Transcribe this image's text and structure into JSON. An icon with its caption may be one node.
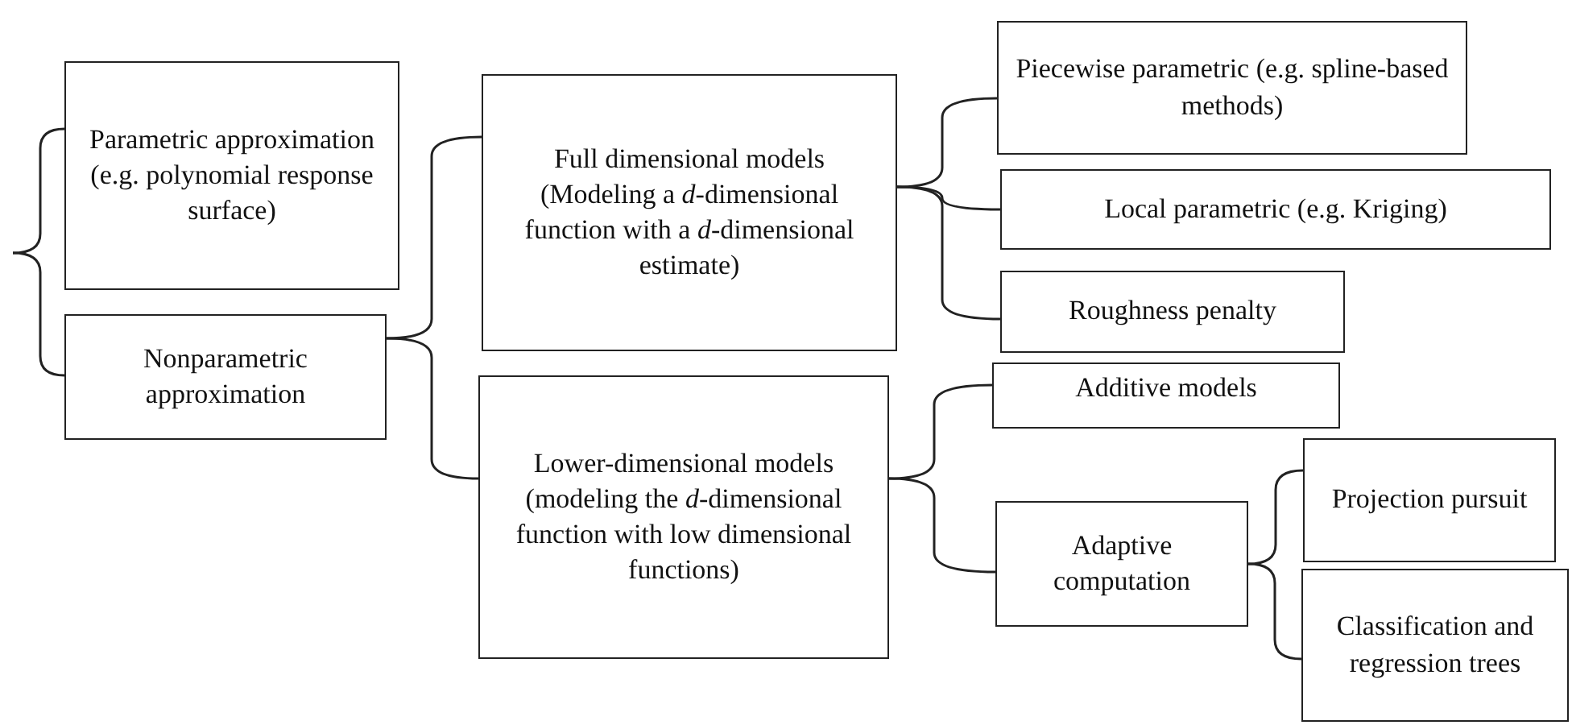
{
  "diagram": {
    "nodes": [
      {
        "text": [
          "Parametric approximation (e.g. polynomial response surface)"
        ]
      },
      {
        "text": [
          "Nonparametric approximation"
        ]
      },
      {
        "text": [
          "Full dimensional models (Modeling a *d*-dimensional function with a *d*-dimensional estimate)"
        ]
      },
      {
        "text": [
          "Lower-dimensional models (modeling the *d*-dimensional function with low dimensional functions)"
        ]
      },
      {
        "text": [
          "Piecewise parametric (e.g. spline-based methods)"
        ]
      },
      {
        "text": [
          "Local parametric (e.g. Kriging)"
        ]
      },
      {
        "text": [
          "Roughness penalty"
        ]
      },
      {
        "text": [
          "Additive models"
        ]
      },
      {
        "text": [
          "Adaptive computation"
        ]
      },
      {
        "text": [
          "Projection pursuit"
        ]
      },
      {
        "text": [
          "Classification and regression trees"
        ]
      }
    ],
    "edges": [
      {
        "from": null,
        "to": 0,
        "arrow": "none"
      },
      {
        "from": null,
        "to": 1,
        "arrow": "none"
      },
      {
        "from": 1,
        "to": 2,
        "arrow": "none"
      },
      {
        "from": 1,
        "to": 3,
        "arrow": "none"
      },
      {
        "from": 2,
        "to": 4,
        "arrow": "none"
      },
      {
        "from": 2,
        "to": 5,
        "arrow": "none"
      },
      {
        "from": 2,
        "to": 6,
        "arrow": "none"
      },
      {
        "from": 3,
        "to": 7,
        "arrow": "none"
      },
      {
        "from": 3,
        "to": 8,
        "arrow": "none"
      },
      {
        "from": 8,
        "to": 9,
        "arrow": "none"
      },
      {
        "from": 8,
        "to": 10,
        "arrow": "none"
      }
    ]
  }
}
